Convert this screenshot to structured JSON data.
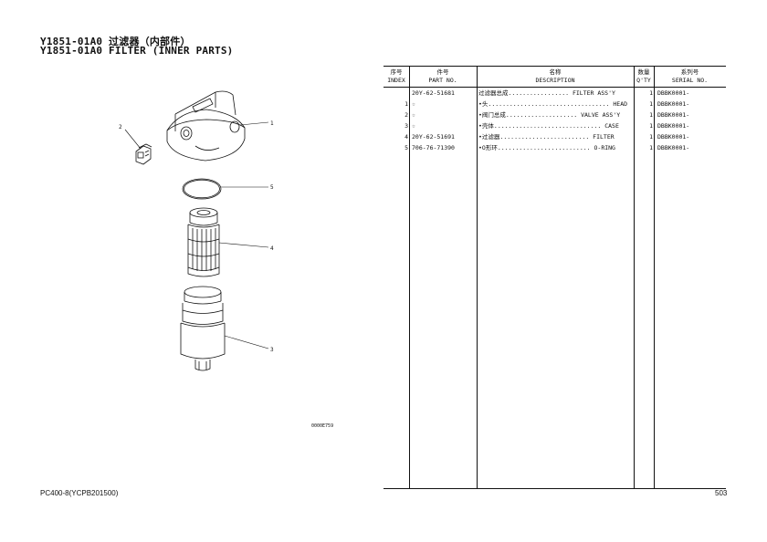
{
  "title": {
    "line1": "Y1851-01A0 过滤器（内部件）",
    "line2": "Y1851-01A0 FILTER (INNER PARTS)"
  },
  "illustration": {
    "callouts": [
      "1",
      "2",
      "5",
      "4",
      "3"
    ],
    "code": "0000E759"
  },
  "table": {
    "headers": [
      {
        "cn": "序号",
        "en": "INDEX"
      },
      {
        "cn": "件号",
        "en": "PART NO."
      },
      {
        "cn": "名称",
        "en": "DESCRIPTION"
      },
      {
        "cn": "数量",
        "en": "Q'TY"
      },
      {
        "cn": "系列号",
        "en": "SERIAL NO."
      }
    ],
    "rows": [
      {
        "index": "",
        "part_no": "20Y-62-51681",
        "description": "过滤器总成.................  FILTER ASS'Y",
        "qty": "1",
        "serial": "DBBK0001-"
      },
      {
        "index": "1",
        "part_no": "☆",
        "description": "•头..................................  HEAD",
        "qty": "1",
        "serial": "DBBK0001-"
      },
      {
        "index": "2",
        "part_no": "☆",
        "description": "•阀门总成....................  VALVE ASS'Y",
        "qty": "1",
        "serial": "DBBK0001-"
      },
      {
        "index": "3",
        "part_no": "☆",
        "description": "•壳体..............................  CASE",
        "qty": "1",
        "serial": "DBBK0001-"
      },
      {
        "index": "4",
        "part_no": "20Y-62-51691",
        "description": "•过滤器.........................  FILTER",
        "qty": "1",
        "serial": "DBBK0001-"
      },
      {
        "index": "5",
        "part_no": "706-76-71390",
        "description": "•O形环..........................  O-RING",
        "qty": "1",
        "serial": "DBBK0001-"
      }
    ]
  },
  "footer": {
    "model": "PC400-8(YCPB201500)",
    "page": "503"
  }
}
